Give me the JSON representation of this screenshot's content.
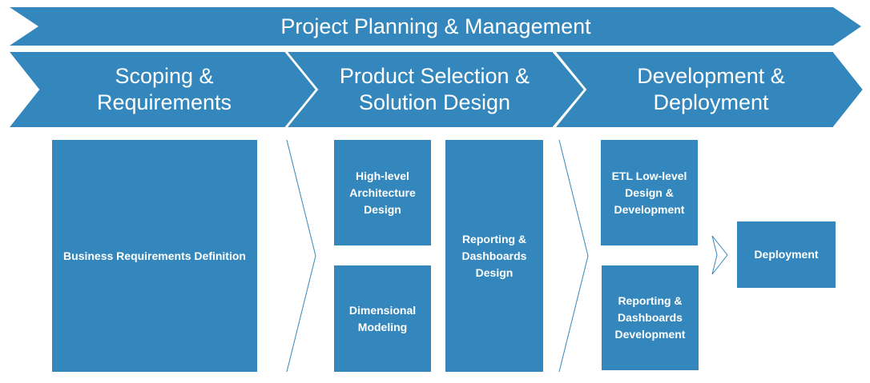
{
  "colors": {
    "primary": "#3387bc"
  },
  "banner": {
    "title": "Project Planning & Management"
  },
  "phases": [
    {
      "title": "Scoping & Requirements"
    },
    {
      "title": "Product Selection & Solution Design"
    },
    {
      "title": "Development & Deployment"
    }
  ],
  "tasks": {
    "brd": "Business Requirements Definition",
    "hla": "High-level Architecture Design",
    "dim": "Dimensional Modeling",
    "rdd": "Reporting & Dashboards Design",
    "etl": "ETL Low-level Design & Development",
    "rdev": "Reporting & Dashboards Development",
    "deploy": "Deployment"
  }
}
